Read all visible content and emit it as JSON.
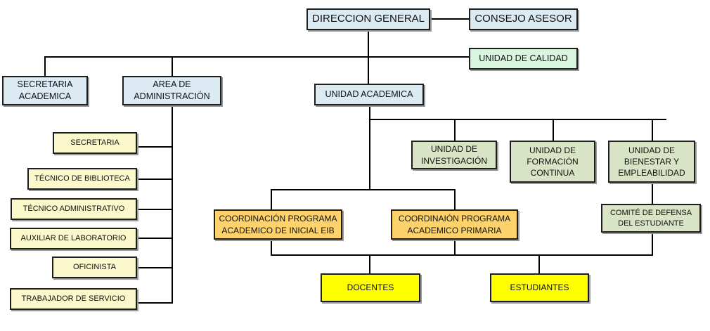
{
  "chart": {
    "nodes": {
      "direccion_general": "DIRECCION GENERAL",
      "consejo_asesor": "CONSEJO ASESOR",
      "unidad_calidad": "UNIDAD DE CALIDAD",
      "secretaria_academica": "SECRETARIA\nACADEMICA",
      "area_administracion": "AREA DE\nADMINISTRACIÓN",
      "unidad_academica": "UNIDAD ACADEMICA",
      "unidad_investigacion": "UNIDAD DE\nINVESTIGACIÓN",
      "unidad_formacion": "UNIDAD DE\nFORMACIÓN\nCONTINUA",
      "unidad_bienestar": "UNIDAD DE\nBIENESTAR Y\nEMPLEABILIDAD",
      "comite_defensa": "COMITÉ DE DEFENSA\nDEL ESTUDIANTE",
      "coord_inicial": "COORDINACIÓN PROGRAMA\nACADEMICO DE INICIAL EIB",
      "coord_primaria": "COORDINAIÓN PROGRAMA\nACADEMICO PRIMARIA",
      "docentes": "DOCENTES",
      "estudiantes": "ESTUDIANTES"
    },
    "admin_staff": [
      "SECRETARIA",
      "TÉCNICO DE BIBLIOTECA",
      "TÉCNICO ADMINISTRATIVO",
      "AUXILIAR DE LABORATORIO",
      "OFICINISTA",
      "TRABAJADOR DE SERVICIO"
    ],
    "colors": {
      "top_level": "#dcebf3",
      "quality": "#d8f5de",
      "units": "#d9e3c5",
      "admin_staff": "#fbf8cc",
      "coordination": "#fdd26a",
      "people": "#ffff00"
    }
  }
}
